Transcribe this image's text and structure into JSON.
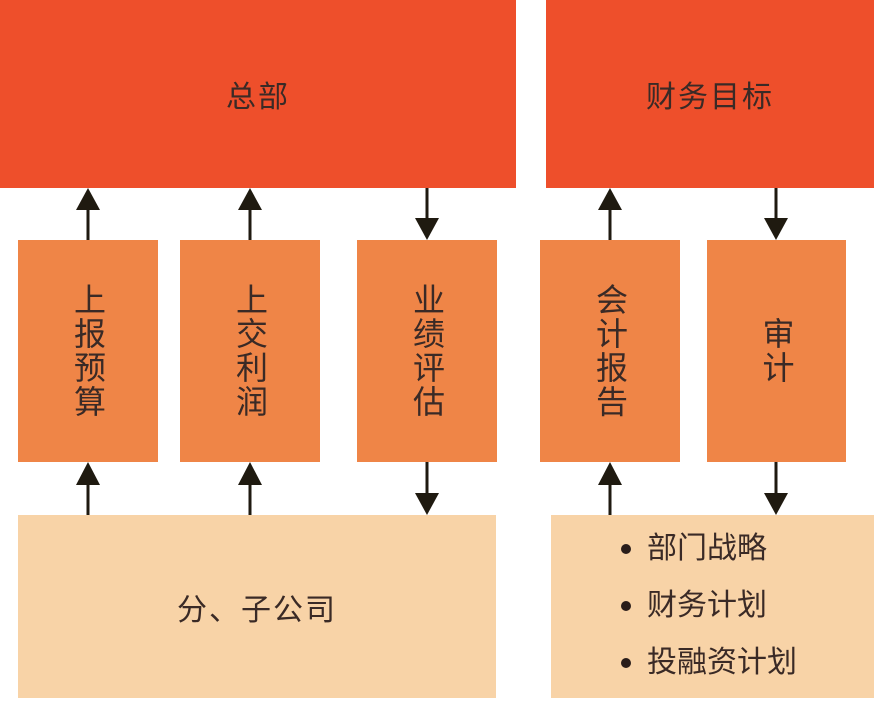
{
  "headquarters": {
    "label": "总部"
  },
  "financial_goals": {
    "label": "财务目标"
  },
  "middle_boxes": [
    {
      "label": "上报预算"
    },
    {
      "label": "上交利润"
    },
    {
      "label": "业绩评估"
    },
    {
      "label": "会计报告"
    },
    {
      "label": "审计"
    }
  ],
  "subsidiaries": {
    "label": "分、子公司"
  },
  "plans": {
    "items": [
      "部门战略",
      "财务计划",
      "投融资计划"
    ]
  },
  "colors": {
    "top_boxes": "#ee4f2b",
    "middle_boxes": "#ef8547",
    "bottom_boxes": "#f8d3a7",
    "arrows": "#1f1a10"
  }
}
